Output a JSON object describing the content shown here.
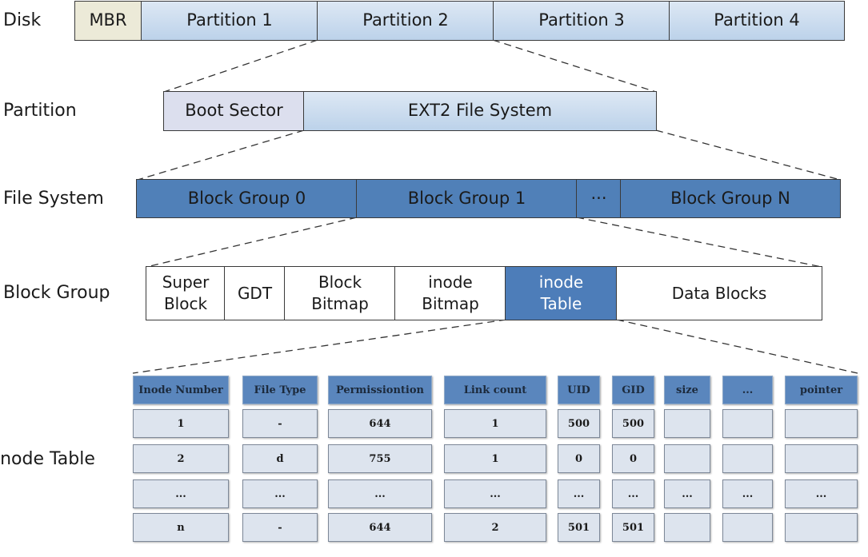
{
  "row_labels": {
    "disk": "Disk",
    "partition": "Partition",
    "file_system": "File System",
    "block_group": "Block Group",
    "inode_table": "inode Table"
  },
  "disk_row": {
    "mbr": "MBR",
    "partitions": [
      "Partition 1",
      "Partition 2",
      "Partition 3",
      "Partition 4"
    ]
  },
  "partition_row": {
    "boot_sector": "Boot Sector",
    "file_system": "EXT2 File System"
  },
  "file_system_row": {
    "groups": [
      "Block Group 0",
      "Block Group 1",
      "···",
      "Block Group N"
    ]
  },
  "block_group_row": {
    "super_block": "Super\nBlock",
    "gdt": "GDT",
    "block_bitmap": "Block\nBitmap",
    "inode_bitmap": "inode\nBitmap",
    "inode_table": "inode\nTable",
    "data_blocks": "Data Blocks"
  },
  "inode_table": {
    "headers": [
      "Inode Number",
      "File Type",
      "Permissiontion",
      "Link count",
      "UID",
      "GID",
      "size",
      "...",
      "pointer"
    ],
    "rows": [
      [
        "1",
        "-",
        "644",
        "1",
        "500",
        "500",
        "",
        "",
        ""
      ],
      [
        "2",
        "d",
        "755",
        "1",
        "0",
        "0",
        "",
        "",
        ""
      ],
      [
        "...",
        "...",
        "...",
        "...",
        "...",
        "...",
        "...",
        "...",
        "..."
      ],
      [
        "n",
        "-",
        "644",
        "2",
        "501",
        "501",
        "",
        "",
        ""
      ]
    ]
  }
}
